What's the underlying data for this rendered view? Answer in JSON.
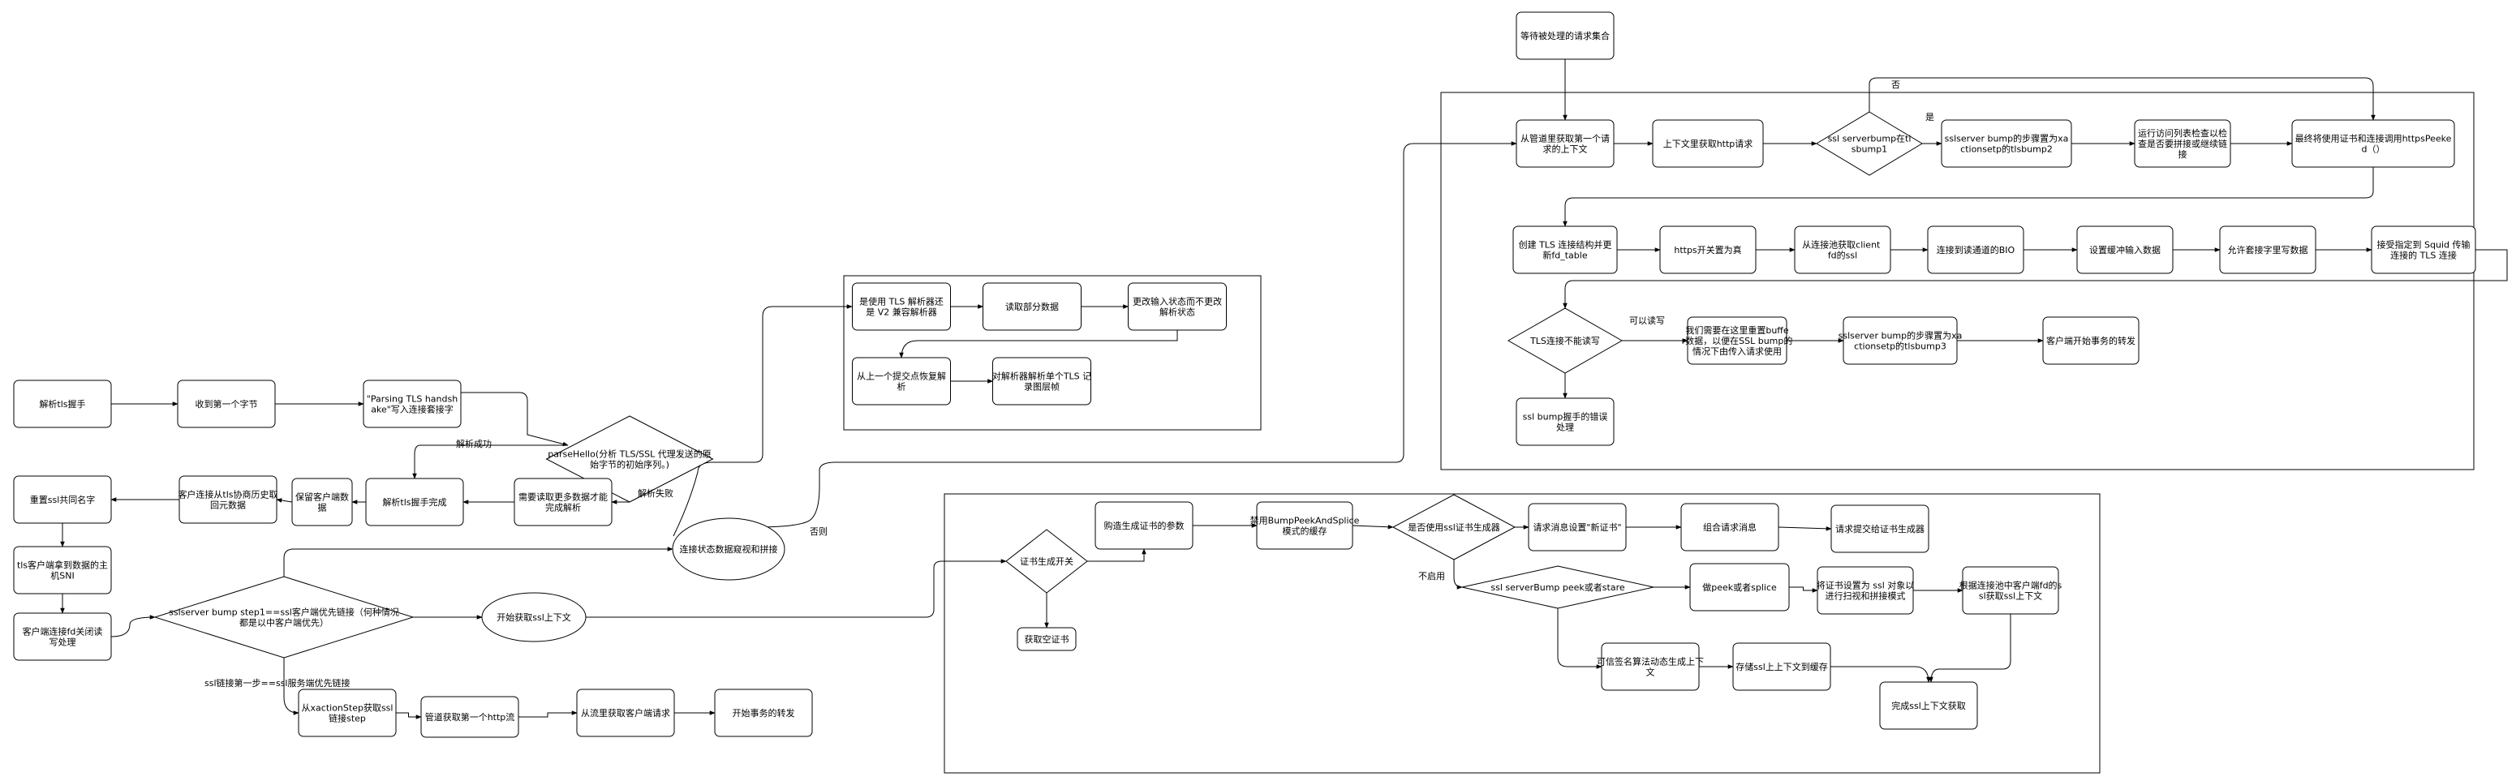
{
  "nodes": {
    "n_handshake": "解析tls握手",
    "n_firstbyte": "收到第一个字节",
    "n_parsing": "\"Parsing TLS handshake\"写入连接套接字",
    "n_parsehello": "parseHello(分析 TLS/SSL 代理发送的原始字节的初始序列。)",
    "n_needmore": "需要读取更多数据才能完成解析",
    "n_tlsdone": "解析tls握手完成",
    "n_keepclient": "保留客户端数据",
    "n_clientconn": "客户连接从tls协商历史取回元数据",
    "n_resetname": "重置ssl共同名字",
    "n_sni": "tls客户端拿到数据的主机SNI",
    "n_fdclose": "客户端连接fd关闭读写处理",
    "n_bumpstep1": "sslserver bump step1==ssl客户端优先链接（何种情况都是以中客户端优先）",
    "n_startctx": "开始获取ssl上下文",
    "n_xactionstep": "从xactionStep获取ssl链接step",
    "n_pipefirst": "管道获取第一个http流",
    "n_getclientreq": "从流里获取客户端请求",
    "n_starttx": "开始事务的转发",
    "n_monitor": "连接状态数据窥视和拼接",
    "n_usetls": "是使用 TLS 解析器还是 V2 兼容解析器",
    "n_readpart": "读取部分数据",
    "n_updateinput": "更改输入状态而不更改解析状态",
    "n_resumeparse": "从上一个提交点恢复解析",
    "n_parsesingle": "对解析器解析单个TLS 记录图层帧",
    "n_pending": "等待被处理的请求集合",
    "n_pipelinefirst": "从管道里获取第一个请求的上下文",
    "n_httpreq": "上下文里获取http请求",
    "n_serverbump1": "ssl serverbump在tlsbump1",
    "n_bumpstep2": "sslserver bump的步骤置为xactionsetp的tlsbump2",
    "n_acl": "运行访问列表检查以检查是否要拼接或继续链接",
    "n_peeked": "最终将使用证书和连接调用httpsPeeked（）",
    "n_tlsctx": "创建 TLS 连接结构并更新fd_table",
    "n_httpstrue": "https开关置为真",
    "n_poolfd": "从连接池获取client fd的ssl",
    "n_bio": "连接到读通道的BIO",
    "n_buffer": "设置缓冲输入数据",
    "n_allowdata": "允许套接字里写数据",
    "n_squid": "接受指定到 Squid 传输连接的 TLS 连接",
    "n_cantrw": "TLS连接不能读写",
    "n_rebuffer": "我们需要在这里重置buffer数据，以便在SSL bump的情况下由传入请求使用",
    "n_bumpstep3": "sslserver bump的步骤置为xactionsetp的tlsbump3",
    "n_clienttx": "客户端开始事务的转发",
    "n_bumperr": "ssl bump握手的错误处理",
    "n_certswitch": "证书生成开关",
    "n_getcert": "获取空证书",
    "n_buildparams": "购造生成证书的参数",
    "n_disablecache": "禁用BumpPeekAndSplice模式的缓存",
    "n_usecertgen": "是否使用ssl证书生成器",
    "n_setnewcert": "请求消息设置\"新证书\"",
    "n_assemble": "组合请求消息",
    "n_submit": "请求提交给证书生成器",
    "n_peekstare": "ssl serverBump peek或者stare",
    "n_dopeek": "做peek或者splice",
    "n_setcert": "将证书设置为 ssl 对象以进行扫视和拼接模式",
    "n_poolctx": "根据连接池中客户端fd的ssl获取ssl上下文",
    "n_trusted": "可信签名算法动态生成上下文",
    "n_storectx": "存储ssl上上下文到缓存",
    "n_ctxdone": "完成ssl上下文获取"
  },
  "edge_labels": {
    "e_parse_ok": "解析成功",
    "e_parse_fail": "解析失败",
    "e_else": "否则",
    "e_step1_server": "ssl链接第一步==ssl服务端优先链接",
    "e_no": "否",
    "e_yes": "是",
    "e_rw_ok": "可以读写",
    "e_disabled": "不启用"
  },
  "colors": {
    "stroke": "#000000",
    "fill": "#ffffff",
    "text": "#000000"
  }
}
